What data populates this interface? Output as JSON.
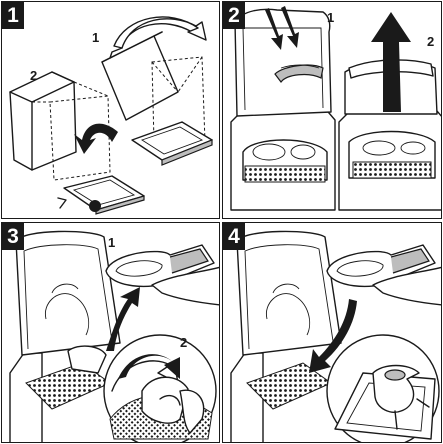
{
  "panels": [
    {
      "number": "1",
      "labels": [
        "1",
        "2"
      ]
    },
    {
      "number": "2",
      "labels": [
        "1",
        "2"
      ]
    },
    {
      "number": "3",
      "labels": [
        "1",
        "2"
      ]
    },
    {
      "number": "4",
      "labels": []
    }
  ],
  "colors": {
    "ink": "#1a1a1a",
    "paper": "#ffffff",
    "tone": "#bdbdbd"
  }
}
